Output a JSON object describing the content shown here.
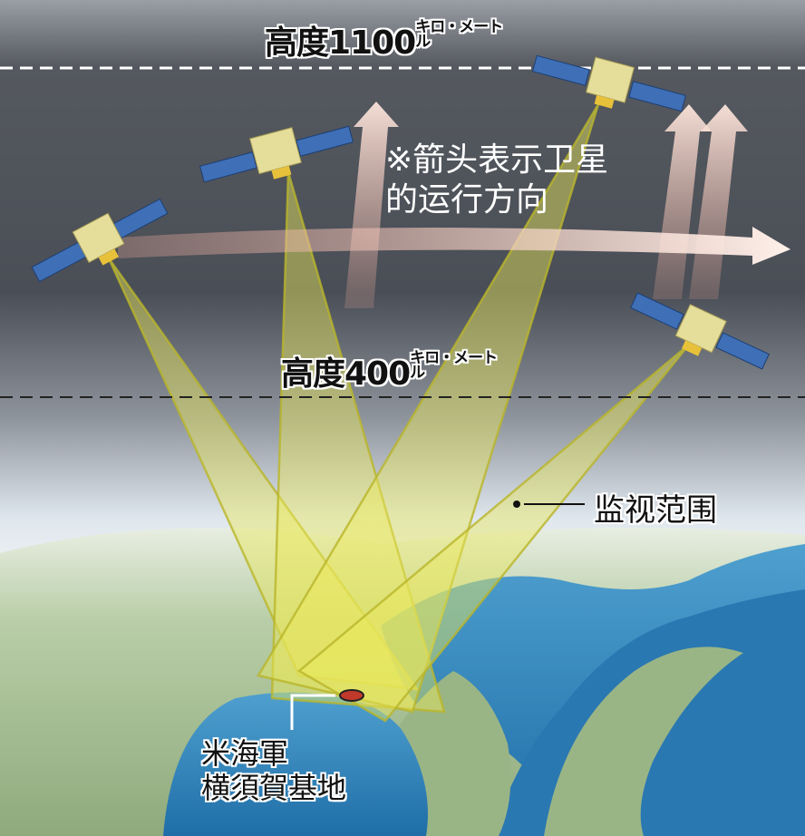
{
  "labels": {
    "altitude_high": {
      "value": "高度1100",
      "unit": "キロ・メートル"
    },
    "altitude_low": {
      "value": "高度400",
      "unit": "キロ・メートル"
    },
    "note_line1": "※箭头表示卫星",
    "note_line2": "的运行方向",
    "monitoring_range": "监视范围",
    "base_line1": "米海軍",
    "base_line2": "横須賀基地"
  },
  "colors": {
    "space": "#4b4f57",
    "beam": "#e6e25a",
    "sea": "#2d7fb8",
    "land": "#a9c196",
    "arrow": "#f3c7b8",
    "base_marker": "#c0392b"
  }
}
